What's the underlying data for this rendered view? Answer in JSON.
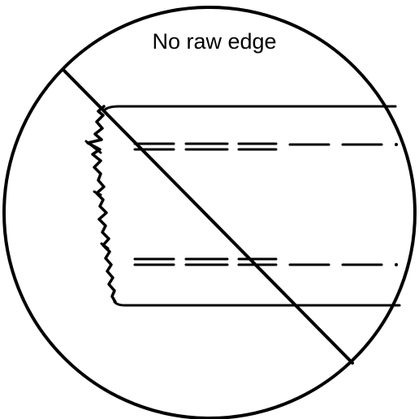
{
  "diagram": {
    "caption": "No raw edge",
    "colors": {
      "ink": "#000000",
      "background": "#ffffff"
    },
    "elements": [
      "prohibition-circle",
      "prohibition-slash",
      "fabric-strip",
      "frayed-raw-edge",
      "upper-stitch-line",
      "lower-stitch-line"
    ]
  }
}
